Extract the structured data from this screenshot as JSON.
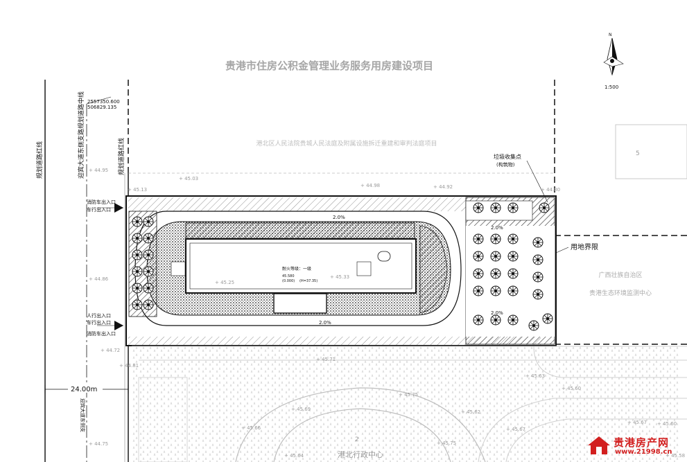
{
  "plan": {
    "title": "贵港市住房公积金管理业务服务用房建设项目",
    "scale": "1:500",
    "adjacent_north": "港北区人民法院贵城人民法庭及附属设施拆迁重建和审判法庭项目",
    "boundary_label": "用地界限",
    "east_org_line1": "广西壮族自治区",
    "east_org_line2": "贵港生态环境监测中心",
    "south_org": "港北行政中心",
    "trash_point_line1": "垃圾收集点",
    "trash_point_line2": "(构筑物)",
    "road_red_line_left": "规划道路红线",
    "road_centerline": "迎宾大道东侧支路规划道路中线",
    "road_red_line_right": "规划道路红线",
    "coord_x": "2557350.600",
    "coord_y": "506829.135",
    "road_width": "24.00m",
    "building_grade": "耐火等级：一级",
    "building_elev_1": "45.580",
    "building_elev_2": "(0.000)",
    "building_elev_note": "(H=37.35)",
    "lot_number": "5",
    "south_lot_number": "2",
    "north_marker": "N",
    "road_vertical_text": "迎宾大道东侧支"
  },
  "entrances": [
    "消防车出入口",
    "车行出入口",
    "人行出入口",
    "车行出入口",
    "消防车出入口"
  ],
  "elevations": [
    "44.95",
    "45.13",
    "45.03",
    "44.98",
    "44.92",
    "44.86",
    "44.72",
    "44.81",
    "44.80",
    "45.25",
    "45.33",
    "45.71",
    "45.63",
    "45.60",
    "45.75",
    "45.69",
    "45.62",
    "45.66",
    "45.67",
    "45.67",
    "44.75",
    "45.60",
    "45.75",
    "45.64",
    "45.58"
  ],
  "slopes": [
    "2.0%",
    "2.0%",
    "2.0%",
    "2.0%"
  ],
  "colors": {
    "line": "#1a1a1a",
    "faint": "#b5b5b5",
    "title": "#a6a6a6",
    "brand": "#d21f1f"
  }
}
